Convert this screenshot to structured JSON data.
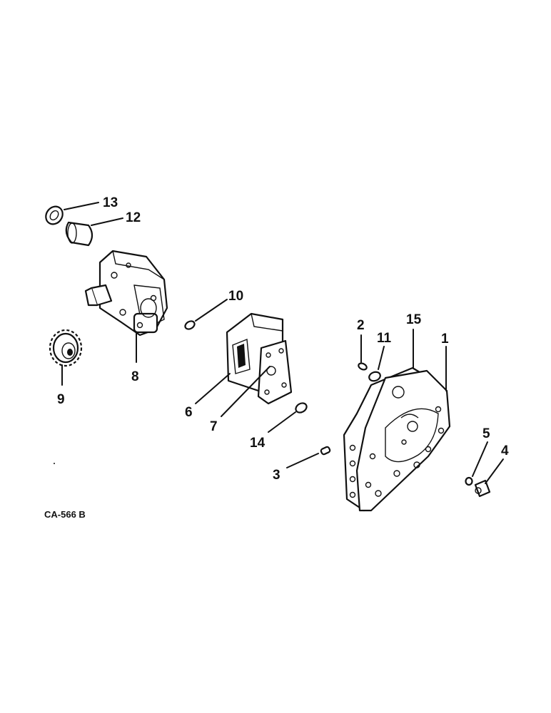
{
  "diagram": {
    "code_label": "CA-566 B",
    "callouts": {
      "c1": "1",
      "c2": "2",
      "c3": "3",
      "c4": "4",
      "c5": "5",
      "c6": "6",
      "c7": "7",
      "c8": "8",
      "c9": "9",
      "c10": "10",
      "c11": "11",
      "c12": "12",
      "c13": "13",
      "c14": "14",
      "c15": "15"
    }
  }
}
